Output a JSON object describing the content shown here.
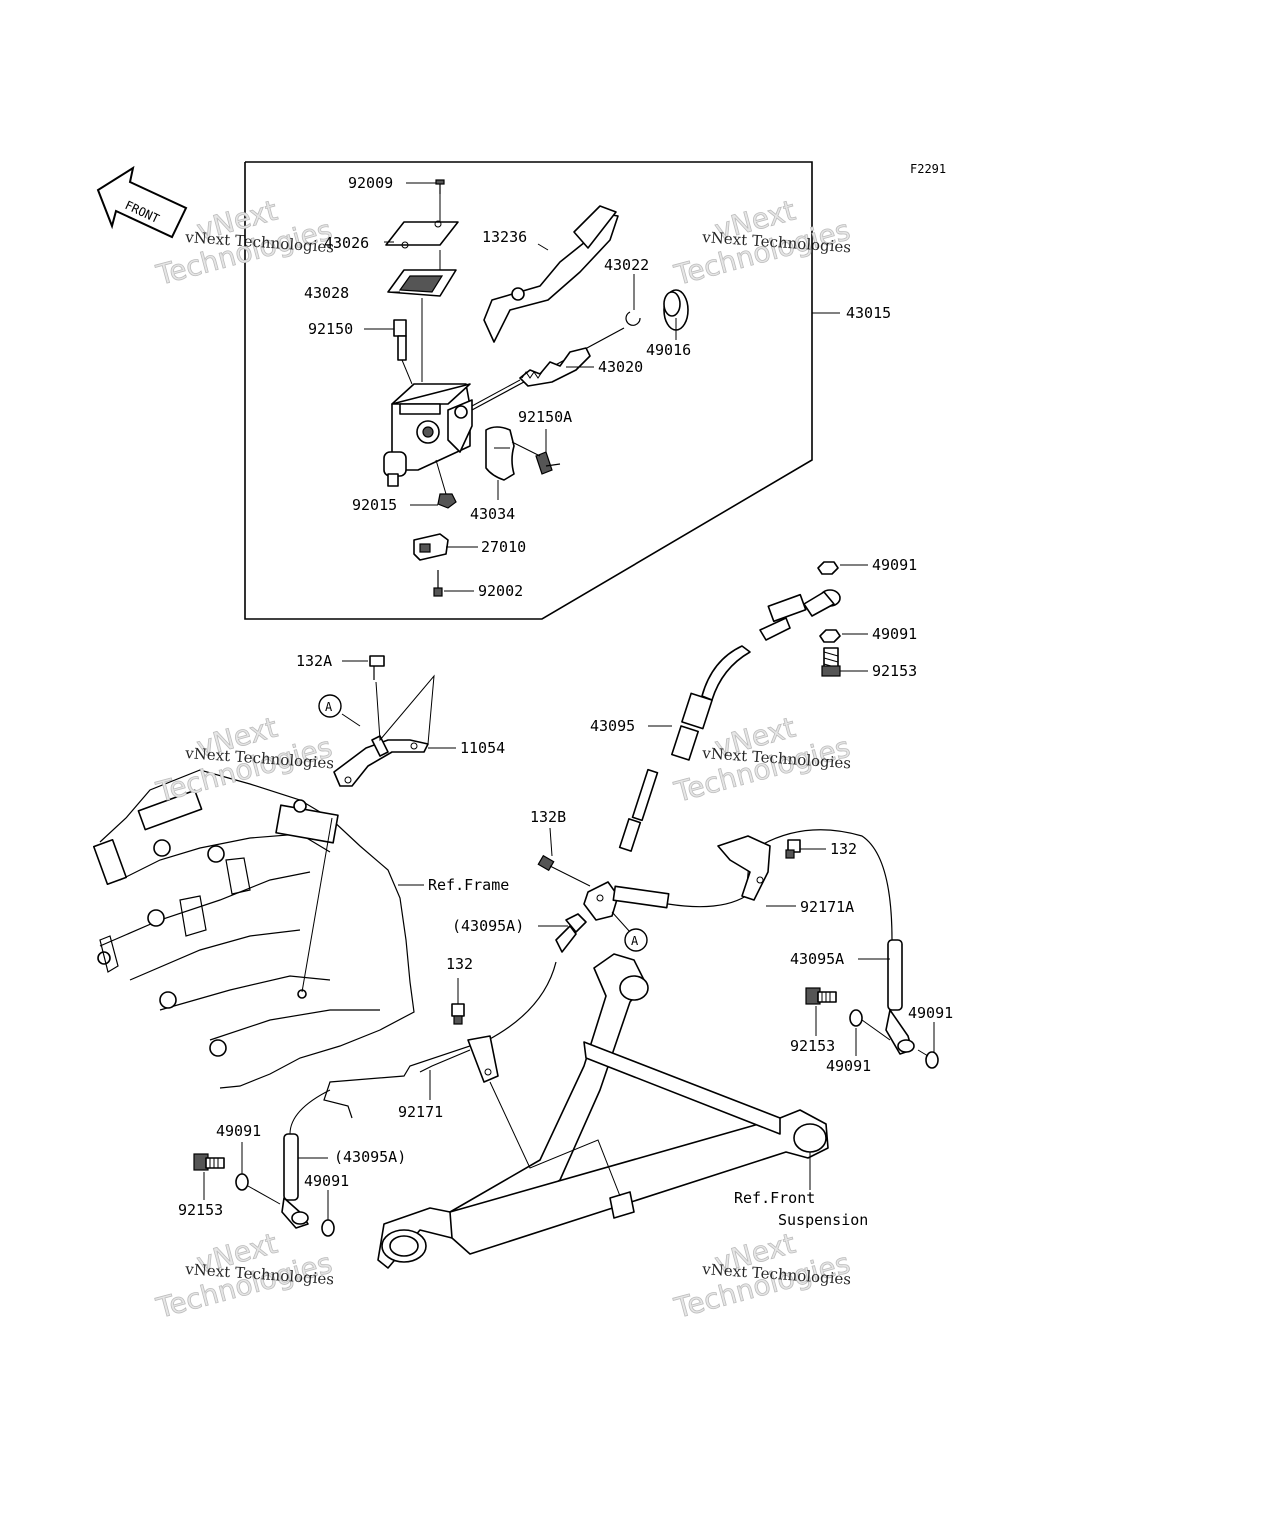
{
  "figure_code": "F2291",
  "front_arrow_label": "FRONT",
  "watermark": {
    "line1": "vNext Technologies",
    "line2": "vNext",
    "line3": "Technologies"
  },
  "callouts": {
    "p92009": "92009",
    "p43026": "43026",
    "p13236": "13236",
    "p43022": "43022",
    "p43028": "43028",
    "p92150": "92150",
    "p43015": "43015",
    "p49016": "49016",
    "p43020": "43020",
    "p92150A": "92150A",
    "p92015": "92015",
    "p43034": "43034",
    "p27010": "27010",
    "p92002": "92002",
    "p49091_a": "49091",
    "p49091_b": "49091",
    "p92153_a": "92153",
    "p132A": "132A",
    "ref_a1": "A",
    "p11054": "11054",
    "p43095": "43095",
    "p132B": "132B",
    "p132_a": "132",
    "ref_frame": "Ref.Frame",
    "p43095A_paren_a": "(43095A)",
    "ref_a2": "A",
    "p92171A": "92171A",
    "p132_b": "132",
    "p43095A": "43095A",
    "p49091_c": "49091",
    "p92153_b": "92153",
    "p49091_d": "49091",
    "p92171": "92171",
    "p49091_e": "49091",
    "p43095A_paren_b": "(43095A)",
    "p49091_f": "49091",
    "p92153_c": "92153",
    "ref_front_suspension_1": "Ref.Front",
    "ref_front_suspension_2": "Suspension"
  }
}
